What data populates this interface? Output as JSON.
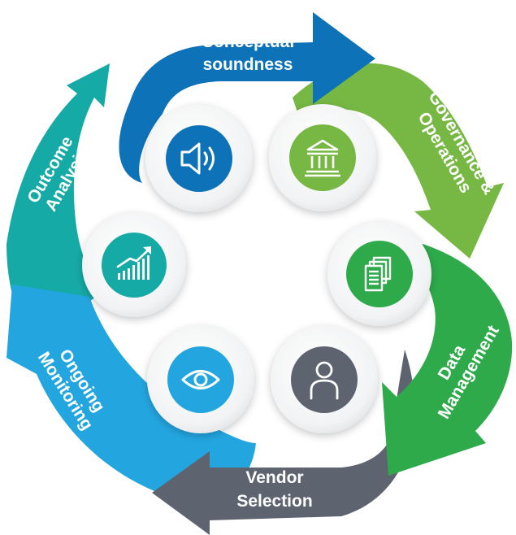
{
  "diagram": {
    "steps": [
      {
        "id": "conceptual",
        "label_lines": [
          "Conceptual",
          "soundness"
        ],
        "icon": "speaker-icon",
        "color": "#0d72b8"
      },
      {
        "id": "governance",
        "label_lines": [
          "Governance &",
          "Operations"
        ],
        "icon": "bank-building-icon",
        "color": "#76b843"
      },
      {
        "id": "data",
        "label_lines": [
          "Data",
          "Management"
        ],
        "icon": "documents-icon",
        "color": "#2eaa4b"
      },
      {
        "id": "vendor",
        "label_lines": [
          "Vendor",
          "Selection"
        ],
        "icon": "person-icon",
        "color": "#5d6470"
      },
      {
        "id": "monitoring",
        "label_lines": [
          "Ongoing",
          "Monitoring"
        ],
        "icon": "eye-icon",
        "color": "#23a6e0"
      },
      {
        "id": "outcome",
        "label_lines": [
          "Outcome",
          "Analysis"
        ],
        "icon": "growth-chart-icon",
        "color": "#16aaa6"
      }
    ]
  }
}
